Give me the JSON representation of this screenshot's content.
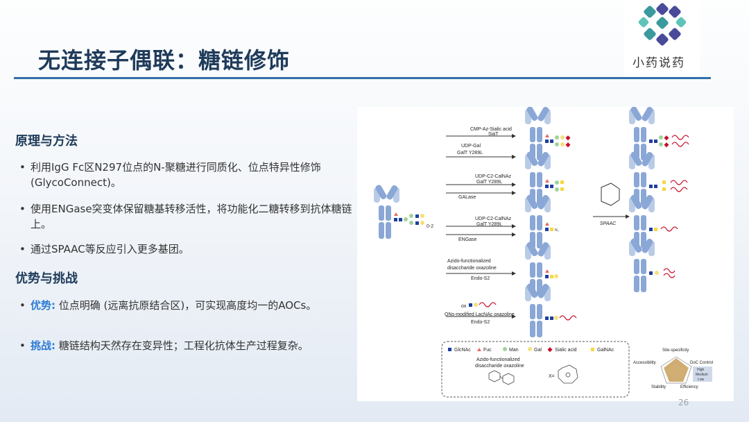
{
  "slide": {
    "title": "无连接子偶联：糖链修饰",
    "page_number": "26"
  },
  "logo": {
    "text": "小药说药"
  },
  "section1": {
    "heading": "原理与方法",
    "bullets": [
      "利用IgG Fc区N297位点的N-聚糖进行同质化、位点特异性修饰 (GlycoConnect)。",
      "使用ENGase突变体保留糖基转移活性，将功能化二糖转移到抗体糖链上。",
      "通过SPAAC等反应引入更多基团。"
    ]
  },
  "section2": {
    "heading": "优势与挑战",
    "advantage_label": "优势:",
    "advantage_text": " 位点明确 (远离抗原结合区)，可实现高度均一的AOCs。",
    "challenge_label": "挑战:",
    "challenge_text": " 糖链结构天然存在变异性；工程化抗体生产过程复杂。"
  },
  "figure": {
    "start_label": "0-2",
    "routes": [
      {
        "above": [
          "CMP-Az-Sialic acid",
          "SiaT"
        ],
        "below": []
      },
      {
        "above": [
          "UDP-Gal",
          "GalT Y289L"
        ],
        "below": []
      },
      {
        "above": [
          "UDP-C2-CalNAz",
          "GalT Y289L"
        ],
        "below": []
      },
      {
        "above": [],
        "below": [
          "GALase"
        ]
      },
      {
        "above": [
          "UDP-C2-CalNAz",
          "GalT Y289L"
        ],
        "below": []
      },
      {
        "above": [],
        "below": [
          "ENGase"
        ]
      },
      {
        "above": [
          "Azido-functionalized",
          "disaccharide oxazoline"
        ],
        "below": [
          "Endo-S2"
        ]
      },
      {
        "above": [
          "ONs-modified LacNAc oxazoline"
        ],
        "below": [
          "Endo-S2"
        ]
      }
    ],
    "ox_label": "ox",
    "spaac_label": "SPAAC",
    "n3_label": "N₃",
    "legend": [
      {
        "label": "GlcNAc",
        "color": "#1f3f9e",
        "shape": "square"
      },
      {
        "label": "Fuc",
        "color": "#e86a5a",
        "shape": "triangle"
      },
      {
        "label": "Man",
        "color": "#9fd49a",
        "shape": "circle"
      },
      {
        "label": "Gal",
        "color": "#f5e07a",
        "shape": "circle"
      },
      {
        "label": "Sialic acid",
        "color": "#c8102e",
        "shape": "diamond"
      },
      {
        "label": "GalNAc",
        "color": "#f5d842",
        "shape": "square"
      }
    ],
    "legend_caption": [
      "Azido-functionalized",
      "disaccharide oxazoline"
    ],
    "x_label": "X=",
    "radar": {
      "axes": [
        "Site-specificity",
        "DoC Control",
        "Efficiency",
        "Stability",
        "Accessibility"
      ],
      "levels": [
        "High",
        "Medium",
        "Low"
      ]
    }
  }
}
